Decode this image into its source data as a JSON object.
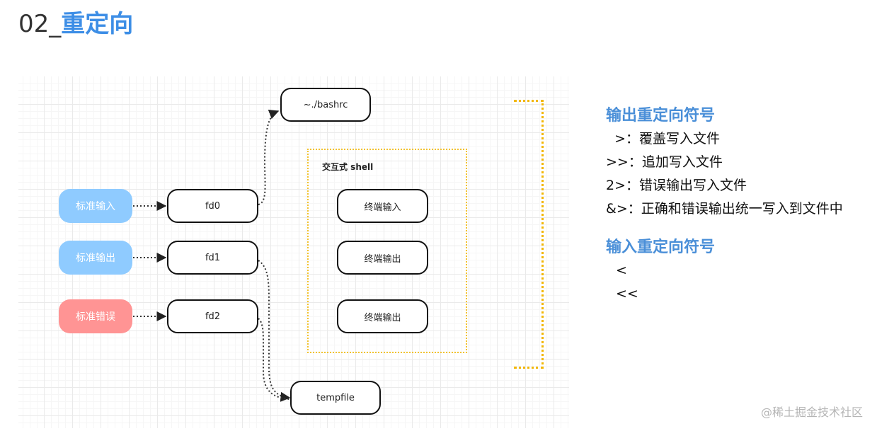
{
  "title": {
    "number": "02_",
    "text": "重定向"
  },
  "diagram": {
    "sources": [
      {
        "label": "标准输入",
        "color": "#8fcbff"
      },
      {
        "label": "标准输出",
        "color": "#8fcbff"
      },
      {
        "label": "标准错误",
        "color": "#ff9494"
      }
    ],
    "fds": [
      "fd0",
      "fd1",
      "fd2"
    ],
    "bashrc": "~./bashrc",
    "shell": {
      "label": "交互式 shell",
      "terminals": [
        "终端输入",
        "终端输出",
        "终端输出"
      ]
    },
    "tempfile": "tempfile"
  },
  "output_redirect": {
    "title": "输出重定向符号",
    "items": [
      {
        "symbol": "  >：",
        "desc": "覆盖写入文件"
      },
      {
        "symbol": ">>：",
        "desc": "追加写入文件"
      },
      {
        "symbol": "2>：",
        "desc": "错误输出写入文件"
      },
      {
        "symbol": "&>：",
        "desc": "正确和错误输出统一写入到文件中"
      }
    ]
  },
  "input_redirect": {
    "title": "输入重定向符号",
    "items": [
      "<",
      "<<"
    ]
  },
  "watermark": "@稀土掘金技术社区",
  "colors": {
    "accent_blue": "#3d8ee6",
    "dotted_yellow": "#f2c230"
  }
}
